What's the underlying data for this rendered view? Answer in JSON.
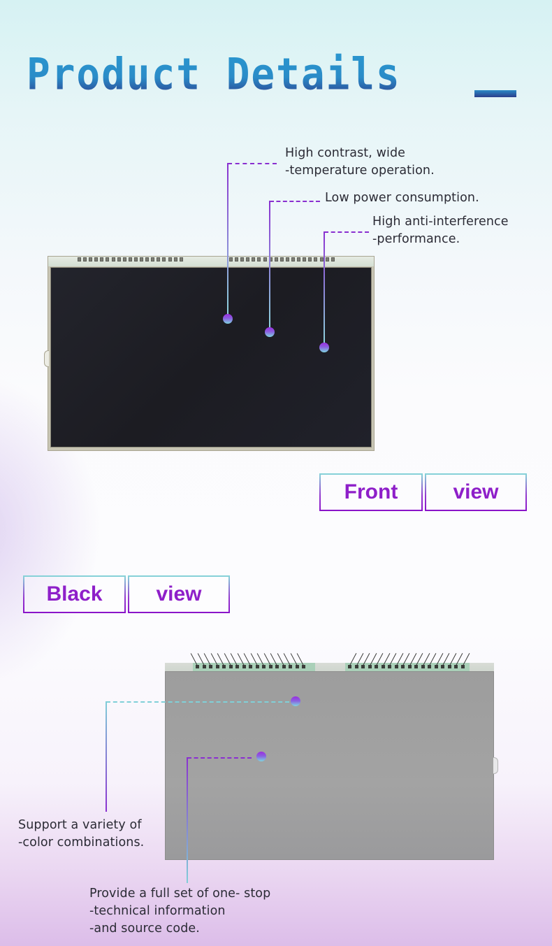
{
  "header": {
    "title": "Product Details",
    "accent_colors": {
      "title_top": "#2a96cf",
      "title_bottom": "#2c3f8e"
    }
  },
  "front": {
    "features": [
      {
        "line1": "High contrast, wide",
        "line2": "-temperature operation."
      },
      {
        "line1": "Low power consumption.",
        "line2": ""
      },
      {
        "line1": "High anti-interference",
        "line2": "-performance."
      }
    ],
    "tag": {
      "word1": "Front",
      "word2": "view"
    }
  },
  "back": {
    "tag": {
      "word1": "Black",
      "word2": "view"
    },
    "features": [
      {
        "line1": "Support a variety of",
        "line2": "-color combinations.",
        "line3": ""
      },
      {
        "line1": "Provide a full set of one- stop",
        "line2": "-technical information",
        "line3": "-and source code."
      }
    ]
  },
  "colors": {
    "tag_text": "#8e1fc9",
    "dash_purple": "#8a2fd0",
    "dash_cyan": "#80d0d8",
    "lcd_front": "#1e1f26",
    "lcd_back": "#a0a0a0"
  }
}
